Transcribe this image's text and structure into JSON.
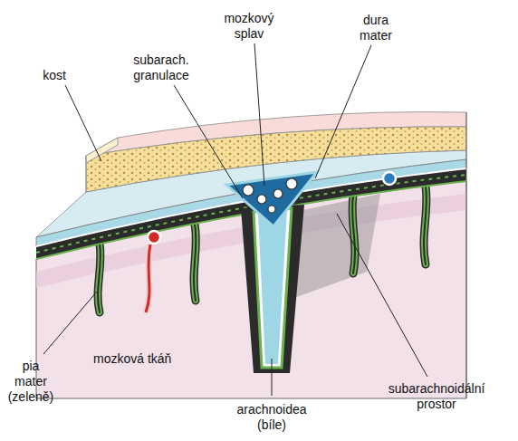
{
  "diagram": {
    "labels": [
      "mozkový splav",
      "dura mater",
      "subarach. granulace",
      "kost",
      "mozková tkáň",
      "pia mater (zeleně)",
      "subarachnoidální prostor",
      "arachnoidea (bíle)"
    ]
  }
}
